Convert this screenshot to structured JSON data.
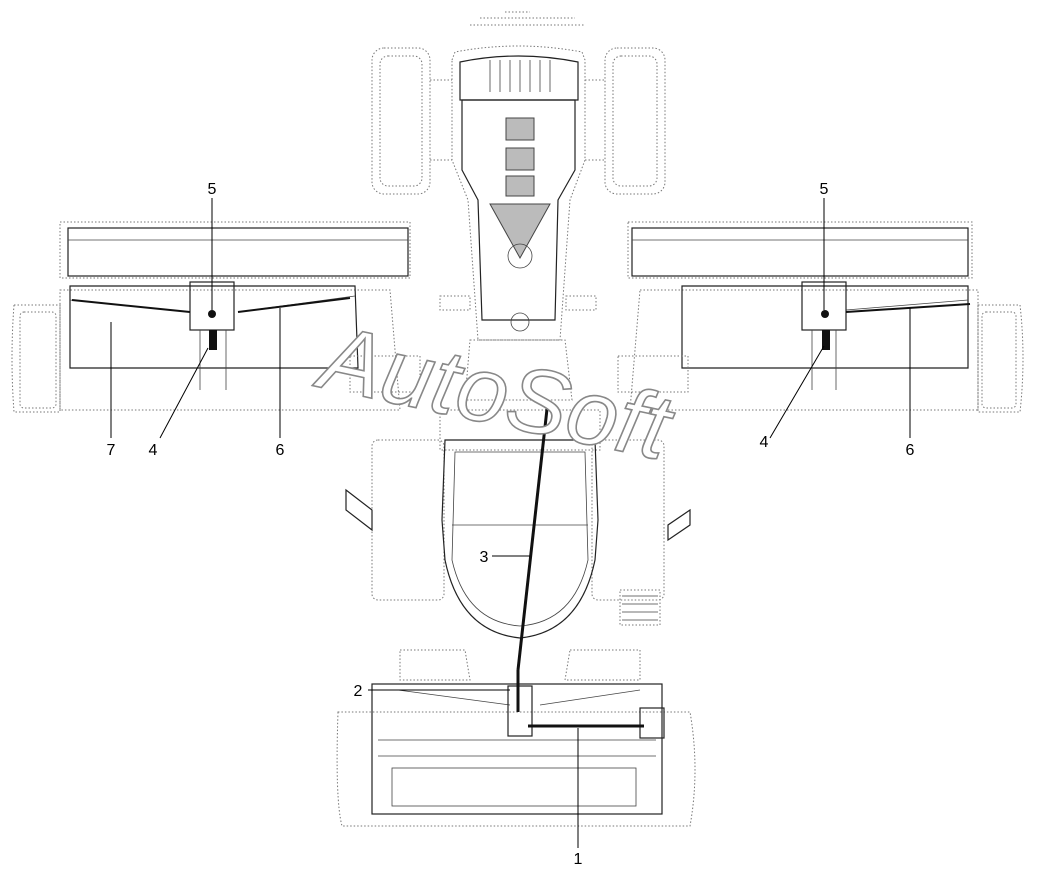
{
  "watermark": "AutoSoft",
  "callouts": {
    "c1": "1",
    "c2": "2",
    "c3": "3",
    "c4_left": "4",
    "c4_right": "4",
    "c5_left": "5",
    "c5_right": "5",
    "c6_left": "6",
    "c6_right": "6",
    "c7": "7"
  }
}
